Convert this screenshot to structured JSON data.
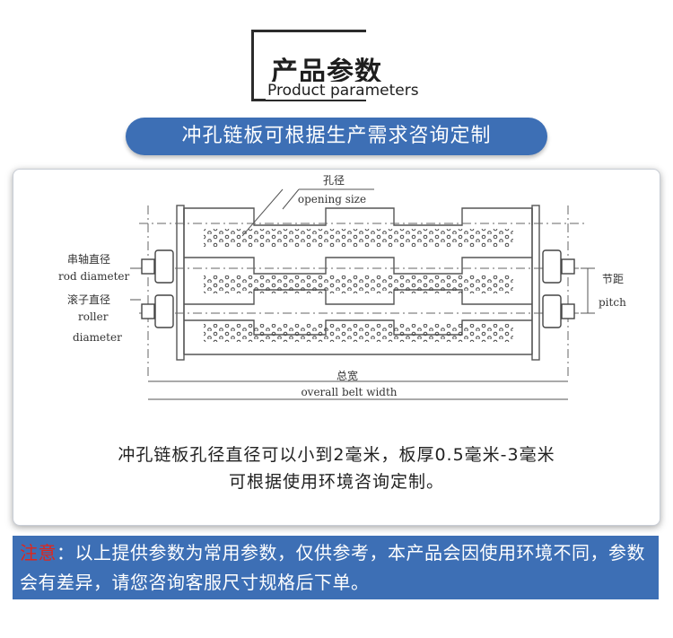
{
  "header": {
    "title_cn": "产品参数",
    "title_en": "Product parameters"
  },
  "banner": {
    "text": "冲孔链板可根据生产需求咨询定制"
  },
  "diagram": {
    "label_hole_cn": "孔径",
    "label_hole_en": "opening size",
    "label_rod_cn": "串轴直径",
    "label_rod_en": "rod diameter",
    "label_roller_cn": "滚子直径",
    "label_roller_en1": "roller",
    "label_roller_en2": "diameter",
    "label_pitch_cn": "节距",
    "label_pitch_en": "pitch",
    "label_width_cn": "总宽",
    "label_width_en": "overall belt width"
  },
  "description": {
    "line1": "冲孔链板孔径直径可以小到2毫米，板厚0.5毫米-3毫米",
    "line2": "可根据使用环境咨询定制。"
  },
  "notice": {
    "label": "注意",
    "text": "：以上提供参数为常用参数，仅供参考，本产品会因使用环境不同，参数会有差异，请您咨询客服尺寸规格后下单。"
  },
  "colors": {
    "accent": "#3d6fb5",
    "warning": "#e0261b"
  }
}
